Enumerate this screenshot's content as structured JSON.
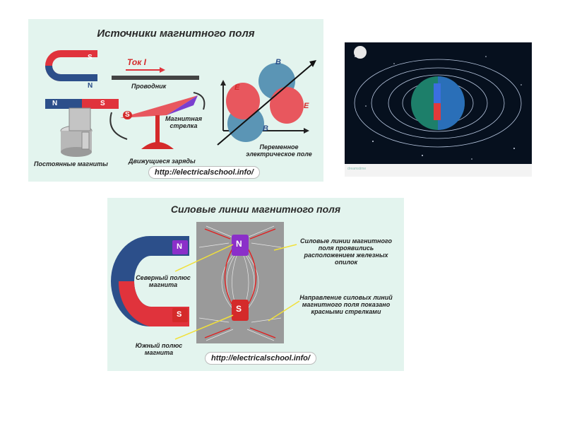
{
  "panel1": {
    "title": "Источники магнитного поля",
    "pole_s": "S",
    "pole_n": "N",
    "current_label": "Ток I",
    "conductor_label": "Проводник",
    "needle_label": "Магнитная стрелка",
    "permanent_magnets_label": "Постоянные магниты",
    "moving_charges_label": "Движущиеся заряды",
    "field_b": "B",
    "field_e": "E",
    "alt_field_label": "Переменное электрическое поле",
    "url": "http://electricalschool.info/"
  },
  "panel2": {
    "title": "Силовые линии магнитного поля",
    "pole_n": "N",
    "pole_s": "S",
    "north_pole_label": "Северный полюс магнита",
    "south_pole_label": "Южный полюс магнита",
    "filings_label": "Силовые линии магнитного поля проявились расположением железных опилок",
    "direction_label": "Направление силовых линий магнитного поля показано красными стрелками",
    "url": "http://electricalschool.info/"
  },
  "colors": {
    "panel_bg": "#e3f4ee",
    "magnet_red": "#e0333c",
    "magnet_blue": "#2c4f8a",
    "pole_purple": "#8b2fc9",
    "field_blue": "#5b95b5",
    "field_red": "#e8575e",
    "space_bg": "#06101e"
  }
}
